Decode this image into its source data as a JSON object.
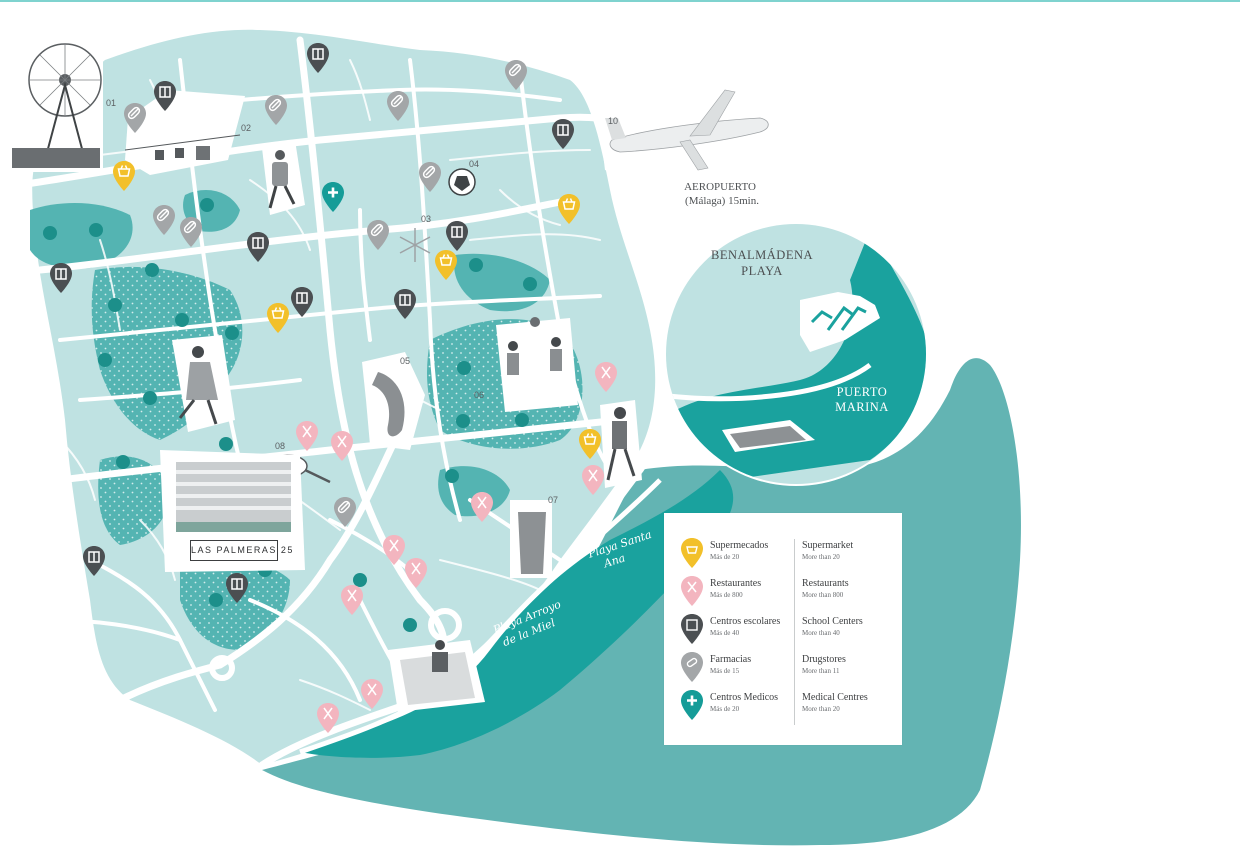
{
  "colors": {
    "land": "#bfe2e2",
    "road": "#ffffff",
    "park": "#54b4b2",
    "sea_inner": "#1aa29e",
    "sea_outer": "#63b4b3",
    "pin_supermarket": "#f2c02a",
    "pin_restaurant": "#f3b5bf",
    "pin_school": "#4b4f52",
    "pin_pharmacy": "#a3a6a8",
    "pin_medical": "#159c98"
  },
  "landmarks": {
    "n01": "01",
    "n02": "02",
    "n03": "03",
    "n04": "04",
    "n05": "05",
    "n06": "06",
    "n07": "07",
    "n08": "08",
    "n10": "10"
  },
  "airport": {
    "line1": "AEROPUERTO",
    "line2": "(Málaga) 15min."
  },
  "inset": {
    "title_line1": "BENALMÁDENA",
    "title_line2": "PLAYA",
    "port_line1": "PUERTO",
    "port_line2": "MARINA"
  },
  "beaches": {
    "santa_ana_1": "Playa Santa",
    "santa_ana_2": "Ana",
    "arroyo_1": "Playa Arroyo",
    "arroyo_2": "de la Miel"
  },
  "brand": {
    "name": "LAS PALMERAS 25"
  },
  "legend": [
    {
      "icon": "supermarket-pin-icon",
      "es": "Supermecados",
      "es_sub": "Más de 20",
      "en": "Supermarket",
      "en_sub": "More than 20"
    },
    {
      "icon": "restaurant-pin-icon",
      "es": "Restaurantes",
      "es_sub": "Más de 800",
      "en": "Restaurants",
      "en_sub": "More than 800"
    },
    {
      "icon": "school-pin-icon",
      "es": "Centros escolares",
      "es_sub": "Más de 40",
      "en": "School  Centers",
      "en_sub": "More than 40"
    },
    {
      "icon": "pharmacy-pin-icon",
      "es": "Farmacias",
      "es_sub": "Más de 15",
      "en": "Drugstores",
      "en_sub": "More than 11"
    },
    {
      "icon": "medical-pin-icon",
      "es": "Centros Medicos",
      "es_sub": "Más de 20",
      "en": "Medical Centres",
      "en_sub": "More than 20"
    }
  ]
}
